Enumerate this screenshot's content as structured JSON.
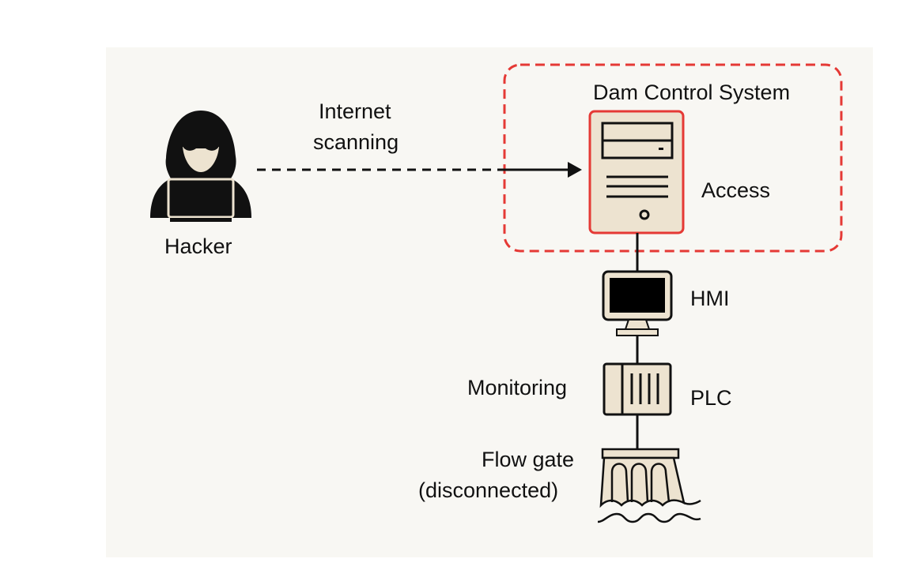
{
  "diagram": {
    "nodes": {
      "hacker": {
        "label": "Hacker"
      },
      "server": {
        "label": "Access"
      },
      "hmi": {
        "label": "HMI"
      },
      "plc": {
        "label": "PLC",
        "side_label": "Monitoring"
      },
      "gate": {
        "label_line1": "Flow gate",
        "label_line2": "(disconnected)"
      }
    },
    "edges": {
      "scan": {
        "label_line1": "Internet",
        "label_line2": "scanning"
      }
    },
    "zone": {
      "title": "Dam Control System",
      "color": "#e53935"
    },
    "colors": {
      "fill": "#ede3d0",
      "stroke": "#111111",
      "highlight": "#e53935"
    }
  }
}
